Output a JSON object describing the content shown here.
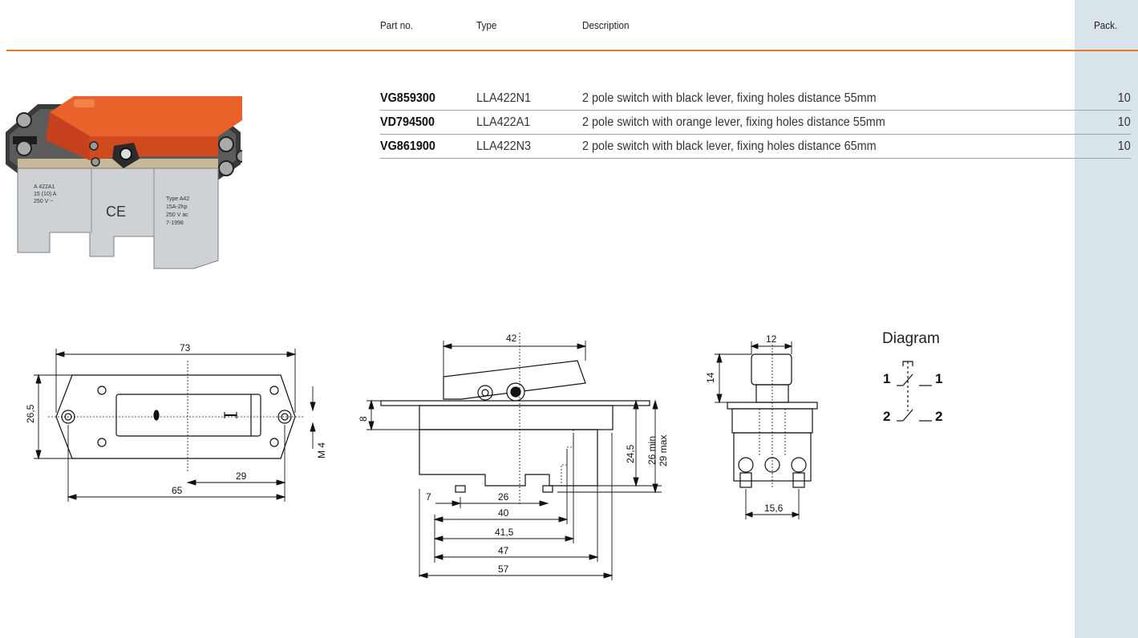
{
  "header": {
    "part_no": "Part no.",
    "type": "Type",
    "description": "Description",
    "pack": "Pack."
  },
  "rows": [
    {
      "part_no": "VG859300",
      "type": "LLA422N1",
      "description": "2 pole switch with black lever, fixing holes distance 55mm",
      "pack": "10"
    },
    {
      "part_no": "VD794500",
      "type": "LLA422A1",
      "description": "2 pole switch with orange lever, fixing holes distance 55mm",
      "pack": "10"
    },
    {
      "part_no": "VG861900",
      "type": "LLA422N3",
      "description": "2 pole switch with black lever, fixing holes distance 65mm",
      "pack": "10"
    }
  ],
  "product_photo": {
    "label_left": [
      "A 422A1",
      "15 (10) A",
      "250 V ~"
    ],
    "label_mid": "CE",
    "label_right": [
      "Type A42",
      "15A-2hp",
      "250 V ac",
      "7-1998"
    ]
  },
  "drawings": {
    "top_view": {
      "width": "73",
      "height": "26,5",
      "hole": "M 4",
      "half": "29",
      "holes": "65"
    },
    "side_view": {
      "top": "42",
      "plate": "8",
      "h1": "24,5",
      "h2": "26 min",
      "h3": "29 max",
      "d7": "7",
      "d26": "26",
      "d40": "40",
      "d41": "41,5",
      "d47": "47",
      "d57": "57"
    },
    "end_view": {
      "width": "12",
      "height": "14",
      "base": "15,6"
    }
  },
  "diagram": {
    "title": "Diagram",
    "poles": [
      {
        "left": "1",
        "right": "1"
      },
      {
        "left": "2",
        "right": "2"
      }
    ]
  },
  "colors": {
    "accent": "#e77b2c",
    "pack_column": "#d9e3ea",
    "lever": "#e8622a"
  }
}
